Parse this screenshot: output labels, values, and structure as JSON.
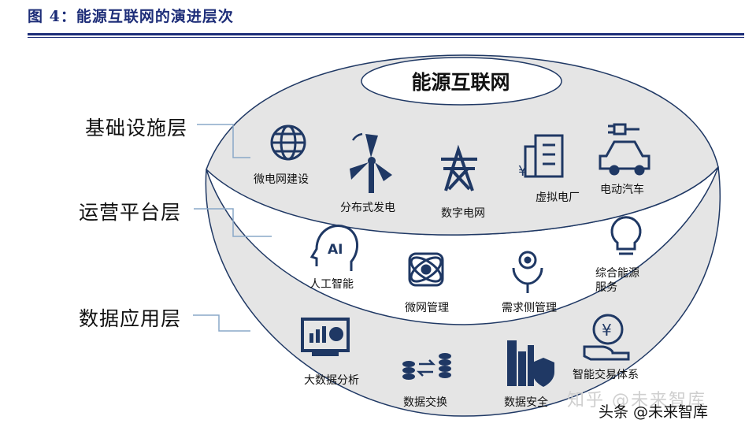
{
  "figure": {
    "title": "图 4：能源互联网的演进层次"
  },
  "center": {
    "title": "能源互联网"
  },
  "layers": [
    {
      "label": "基础设施层"
    },
    {
      "label": "运营平台层"
    },
    {
      "label": "数据应用层"
    }
  ],
  "infrastructure": [
    "微电网建设",
    "分布式发电",
    "数字电网",
    "虚拟电厂",
    "电动汽车"
  ],
  "platform": [
    "人工智能",
    "微网管理",
    "需求侧管理",
    "综合能源",
    "服务"
  ],
  "application": [
    "大数据分析",
    "数据交换",
    "数据安全",
    "智能交易体系"
  ],
  "watermark": {
    "text": "知乎 @未来智库",
    "source": "头条 @未来智库"
  },
  "colors": {
    "title": "#1d2d78",
    "icon": "#1f3864",
    "bowl": "#e5e5e5",
    "outline": "#1f3864"
  },
  "icons": [
    "globe-icon",
    "wind-turbine-icon",
    "pylon-icon",
    "virtual-plant-icon",
    "ev-car-icon",
    "ai-head-icon",
    "atom-icon",
    "hand-gear-icon",
    "bulb-icon",
    "chart-monitor-icon",
    "exchange-icon",
    "shield-building-icon",
    "yuan-hand-icon"
  ]
}
